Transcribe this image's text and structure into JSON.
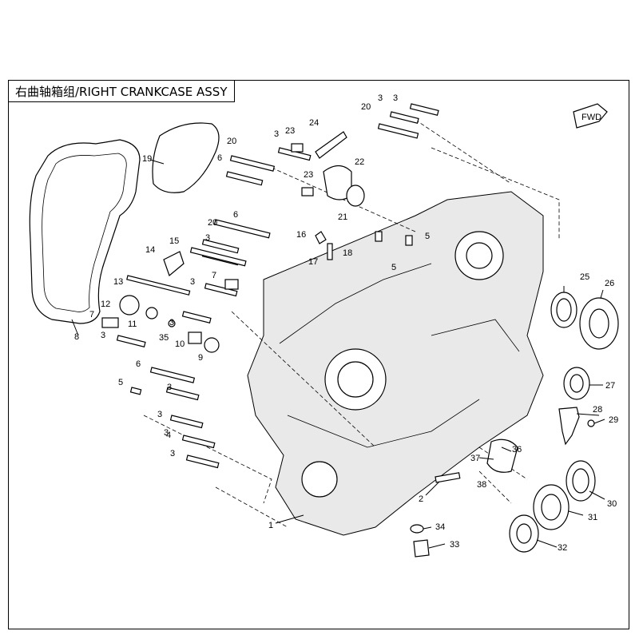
{
  "title": "右曲轴箱组/RIGHT CRANKCASE ASSY",
  "fwd_label": "FWD",
  "callouts": [
    "1",
    "2",
    "3",
    "3",
    "3",
    "3",
    "3",
    "3",
    "3",
    "3",
    "3",
    "3",
    "3",
    "4",
    "5",
    "5",
    "5",
    "6",
    "6",
    "6",
    "7",
    "7",
    "8",
    "9",
    "10",
    "11",
    "12",
    "13",
    "14",
    "15",
    "16",
    "17",
    "18",
    "19",
    "20",
    "20",
    "20",
    "21",
    "22",
    "23",
    "23",
    "24",
    "25",
    "26",
    "27",
    "28",
    "29",
    "30",
    "31",
    "32",
    "33",
    "34",
    "35",
    "36",
    "37",
    "38"
  ]
}
